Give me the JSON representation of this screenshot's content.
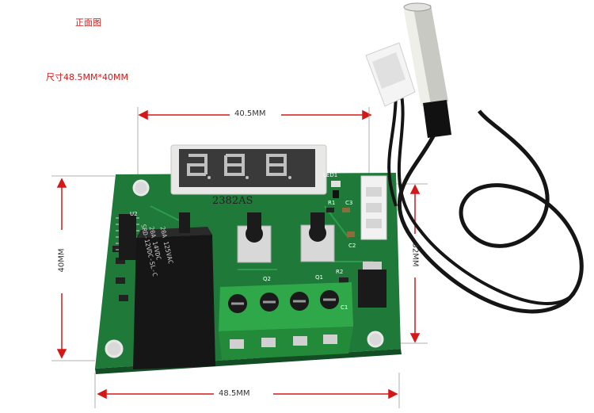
{
  "labels": {
    "view_title": "正面图",
    "size_note": "尺寸48.5MM*40MM"
  },
  "dimensions": {
    "top_width": "40.5MM",
    "bottom_width": "48.5MM",
    "left_height": "40MM",
    "right_height": "32MM"
  },
  "board": {
    "display_model": "2382AS",
    "led_label": "LED1",
    "relay_text": [
      "20A 125VAC",
      "20A 14VDC",
      "SRD-12VDC-SL-C"
    ],
    "silkscreen": [
      "R1",
      "C3",
      "C2",
      "R2",
      "Q2",
      "Q1",
      "C1",
      "U2"
    ]
  },
  "colors": {
    "accent": "#d21818",
    "pcb": "#1f7a3a",
    "terminal": "#2fa84a"
  }
}
